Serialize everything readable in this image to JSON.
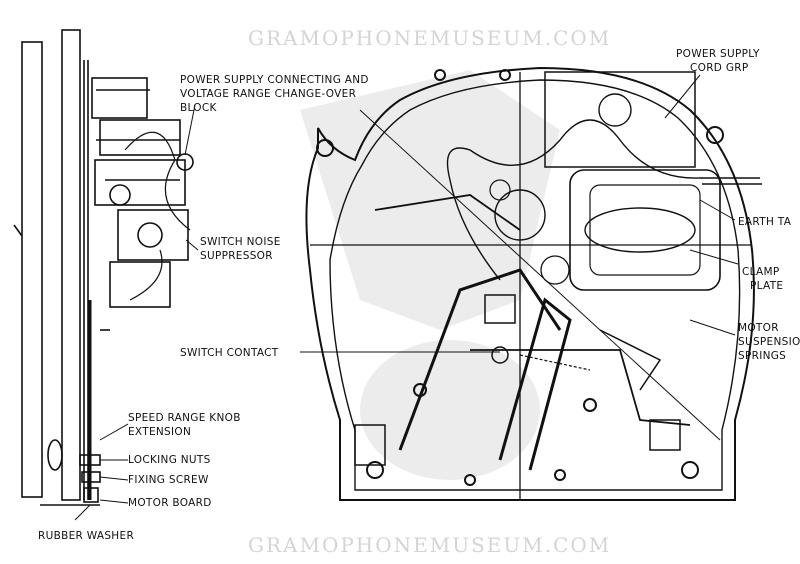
{
  "watermark": {
    "top": "GRAMOPHONEMUSEUM.COM",
    "bottom": "GRAMOPHONEMUSEUM.COM"
  },
  "labels": {
    "power_supply_block": [
      "POWER SUPPLY CONNECTING AND",
      "VOLTAGE RANGE CHANGE-OVER",
      "BLOCK"
    ],
    "switch_noise": [
      "SWITCH NOISE",
      "SUPPRESSOR"
    ],
    "switch_contact": "SWITCH CONTACT",
    "speed_range": [
      "SPEED RANGE KNOB",
      "EXTENSION"
    ],
    "locking_nuts": "LOCKING NUTS",
    "fixing_screw": "FIXING SCREW",
    "motor_board": "MOTOR BOARD",
    "rubber_washer": "RUBBER WASHER",
    "power_cord_grip": [
      "POWER SUPPLY",
      "CORD GRP"
    ],
    "earth_tag": "EARTH TA",
    "clamp_plate": [
      "CLAMP",
      "PLATE"
    ],
    "motor_springs": [
      "MOTOR",
      "SUSPENSIO",
      "SPRINGS"
    ]
  }
}
